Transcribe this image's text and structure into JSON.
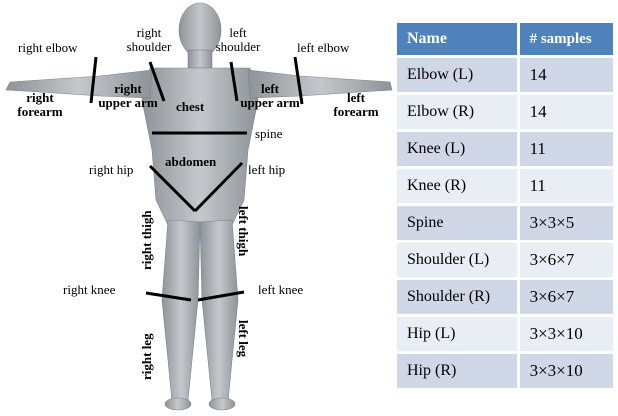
{
  "labels": {
    "right_elbow": "right elbow",
    "right_shoulder": "right\nshoulder",
    "left_shoulder": "left\nshoulder",
    "left_elbow": "left elbow",
    "right_forearm": "right\nforearm",
    "right_upper_arm": "right\nupper arm",
    "chest": "chest",
    "left_upper_arm": "left\nupper arm",
    "left_forearm": "left\nforearm",
    "spine": "spine",
    "abdomen": "abdomen",
    "right_hip": "right hip",
    "left_hip": "left hip",
    "right_thigh": "right thigh",
    "left_thigh": "left thigh",
    "right_knee": "right knee",
    "left_knee": "left knee",
    "right_leg": "right leg",
    "left_leg": "left leg"
  },
  "table": {
    "headers": [
      "Name",
      "# samples"
    ],
    "rows": [
      [
        "Elbow (L)",
        "14"
      ],
      [
        "Elbow (R)",
        "14"
      ],
      [
        "Knee (L)",
        "11"
      ],
      [
        "Knee (R)",
        "11"
      ],
      [
        "Spine",
        "3×3×5"
      ],
      [
        "Shoulder (L)",
        "3×6×7"
      ],
      [
        "Shoulder (R)",
        "3×6×7"
      ],
      [
        "Hip (L)",
        "3×3×10"
      ],
      [
        "Hip (R)",
        "3×3×10"
      ]
    ]
  },
  "colors": {
    "header_bg": "#4f81bd",
    "row_odd": "#d0d8e8",
    "row_even": "#e9edf4",
    "body_skin": "#a9adb2"
  }
}
